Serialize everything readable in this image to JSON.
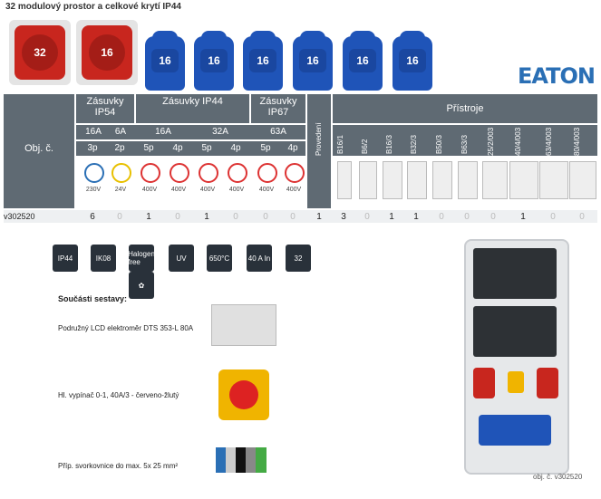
{
  "title": "32 modulový prostor a celkové krytí IP44",
  "sockets": {
    "red": [
      "32",
      "16"
    ],
    "blue": [
      "16",
      "16",
      "16",
      "16",
      "16",
      "16"
    ]
  },
  "logo": "EATON",
  "table": {
    "obj_label": "Obj. č.",
    "groups": [
      {
        "label": "Zásuvky IP54"
      },
      {
        "label": "Zásuvky IP44"
      },
      {
        "label": "Zásuvky IP67"
      },
      {
        "label": "Provedení"
      },
      {
        "label": "Přístroje"
      }
    ],
    "currents": [
      "16A",
      "6A",
      "16A",
      "32A",
      "63A"
    ],
    "poles": [
      "3p",
      "2p",
      "5p",
      "4p",
      "5p",
      "4p",
      "5p",
      "4p"
    ],
    "voltages": [
      "230V",
      "24V",
      "400V",
      "400V",
      "400V",
      "400V",
      "400V",
      "400V"
    ],
    "devices": [
      "B16/1",
      "B6/2",
      "B16/3",
      "B32/3",
      "B50/3",
      "B63/3",
      "25/2/003",
      "40/4/003",
      "63/4/003",
      "80/4/003"
    ],
    "row_code": "v302520",
    "socket_values": [
      "6",
      "0",
      "1",
      "0",
      "1",
      "0",
      "0",
      "0"
    ],
    "provedeni_value": "1",
    "device_values": [
      "3",
      "0",
      "1",
      "1",
      "0",
      "0",
      "0",
      "1",
      "0",
      "0"
    ]
  },
  "symbols": [
    {
      "label": "IP44",
      "icon": "ip44-icon"
    },
    {
      "label": "IK08",
      "icon": "ik08-icon"
    },
    {
      "label": "Halogen free",
      "icon": "halogen-free-icon"
    },
    {
      "label": "",
      "icon": "leaf-icon"
    },
    {
      "label": "UV",
      "icon": "uv-icon"
    },
    {
      "label": "650°C",
      "icon": "temperature-icon"
    },
    {
      "label": "40 A In",
      "icon": "current-icon"
    },
    {
      "label": "32",
      "icon": "modules-icon"
    }
  ],
  "components": {
    "title": "Součásti sestavy:",
    "items": [
      "Podružný LCD elektroměr DTS 353-L 80A",
      "Hl. vypínač 0-1, 40A/3 - červeno-žlutý",
      "Příp. svorkovnice do max. 5x 25 mm²"
    ]
  },
  "caption": "obj. č. v302520"
}
